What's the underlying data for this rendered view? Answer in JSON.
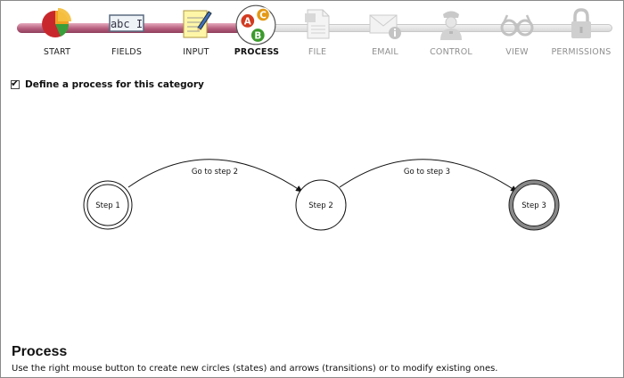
{
  "wizard": {
    "steps": [
      {
        "label": "START",
        "icon": "pie-chart-icon",
        "state": "done"
      },
      {
        "label": "FIELDS",
        "icon": "abc-textfield-icon",
        "state": "done"
      },
      {
        "label": "INPUT",
        "icon": "notepad-pencil-icon",
        "state": "done"
      },
      {
        "label": "PROCESS",
        "icon": "abc-circles-icon",
        "state": "active"
      },
      {
        "label": "FILE",
        "icon": "document-icon",
        "state": "disabled"
      },
      {
        "label": "EMAIL",
        "icon": "envelope-info-icon",
        "state": "disabled"
      },
      {
        "label": "CONTROL",
        "icon": "policeman-icon",
        "state": "disabled"
      },
      {
        "label": "VIEW",
        "icon": "glasses-icon",
        "state": "disabled"
      },
      {
        "label": "PERMISSIONS",
        "icon": "padlock-icon",
        "state": "disabled"
      }
    ],
    "icon_text": {
      "fields": "abc I",
      "process_a": "A",
      "process_b": "B",
      "process_c": "C"
    }
  },
  "process_checkbox": {
    "label": "Define a process for this category",
    "checked": true,
    "mark": "✔"
  },
  "diagram": {
    "states": [
      {
        "id": "s1",
        "label": "Step 1",
        "kind": "initial"
      },
      {
        "id": "s2",
        "label": "Step 2",
        "kind": "normal"
      },
      {
        "id": "s3",
        "label": "Step 3",
        "kind": "final"
      }
    ],
    "transitions": [
      {
        "from": "s1",
        "to": "s2",
        "label": "Go to step 2"
      },
      {
        "from": "s2",
        "to": "s3",
        "label": "Go to step 3"
      }
    ]
  },
  "footer": {
    "title": "Process",
    "description": "Use the right mouse button to create new circles (states) and arrows (transitions) or to modify existing ones."
  }
}
